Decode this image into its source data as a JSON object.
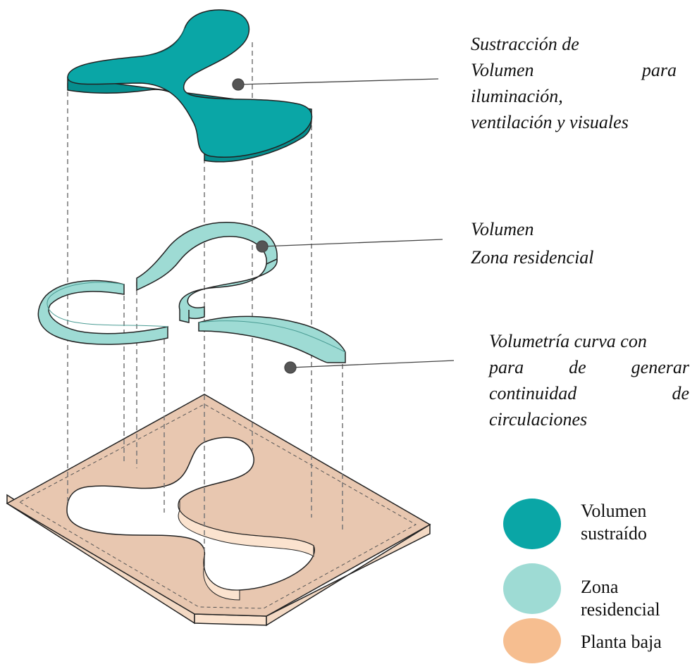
{
  "annotations": {
    "sustraccion": {
      "line1": "Sustracción de",
      "line2a": "Volumen",
      "line2b": "para",
      "line3": "iluminación,",
      "line4": "ventilación y visuales"
    },
    "residencial": {
      "line1": "Volumen",
      "line2": "Zona residencial"
    },
    "curva": {
      "line1": "Volumetría curva con",
      "line2a": "para",
      "line2b": "de",
      "line2c": "generar",
      "line3a": "continuidad",
      "line3b": "de",
      "line4": "circulaciones"
    }
  },
  "legend": [
    {
      "line1": "Volumen",
      "line2": "sustraído",
      "color": "#0aa6a6"
    },
    {
      "line1": "Zona",
      "line2": "residencial",
      "color": "#9edbd4"
    },
    {
      "line1": "Planta baja",
      "line2": "",
      "color": "#f6be90"
    }
  ],
  "colors": {
    "volumen_sustraido": "#0aa6a6",
    "zona_residencial": "#9edbd4",
    "planta_baja": "#e8c7b0",
    "planta_baja_edge": "#fbe3cf"
  }
}
